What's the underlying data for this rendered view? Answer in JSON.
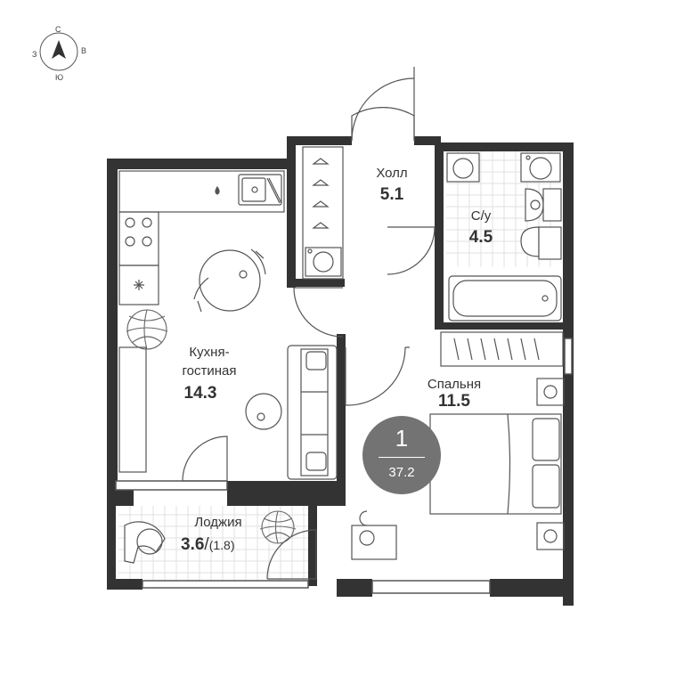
{
  "compass": {
    "north": "С",
    "east": "В",
    "south": "Ю",
    "west": "З"
  },
  "rooms": {
    "kitchen": {
      "name_line1": "Кухня-",
      "name_line2": "гостиная",
      "area": "14.3"
    },
    "hall": {
      "name": "Холл",
      "area": "5.1"
    },
    "bathroom": {
      "name": "С/у",
      "area": "4.5"
    },
    "bedroom": {
      "name": "Спальня",
      "area": "11.5"
    },
    "loggia": {
      "name": "Лоджия",
      "area": "3.6",
      "area_reduced": "(1.8)"
    }
  },
  "summary": {
    "rooms_count": "1",
    "total_area": "37.2"
  },
  "colors": {
    "wall": "#333333",
    "line": "#555555",
    "badge": "#737373",
    "tile": "#e6e6e6",
    "plant": "#666666"
  }
}
